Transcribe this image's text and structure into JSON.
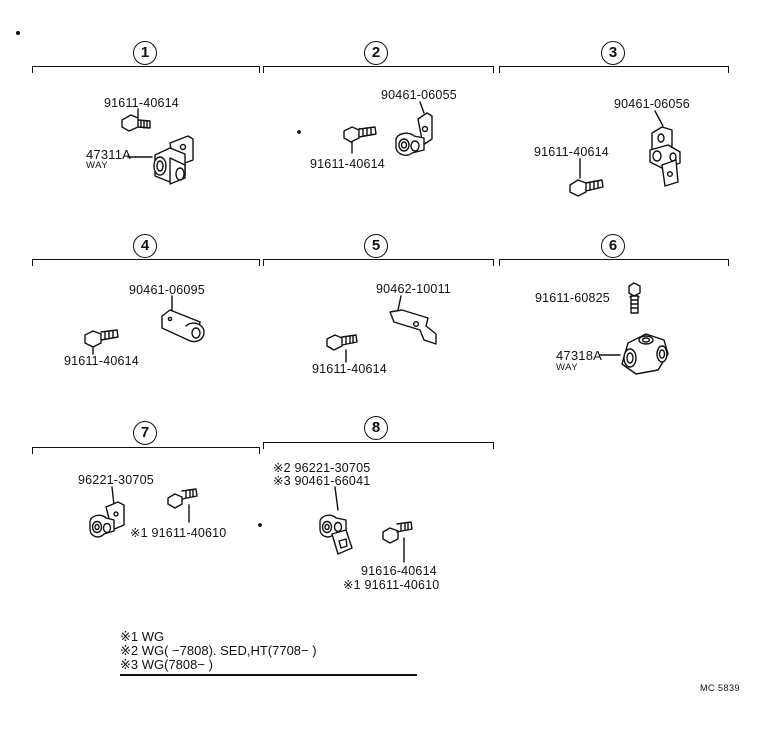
{
  "panels": [
    {
      "num": "1",
      "parts": [
        "91611-40614",
        "47311A"
      ],
      "sub": "WAY"
    },
    {
      "num": "2",
      "parts": [
        "90461-06055",
        "91611-40614"
      ]
    },
    {
      "num": "3",
      "parts": [
        "90461-06056",
        "91611-40614"
      ]
    },
    {
      "num": "4",
      "parts": [
        "90461-06095",
        "91611-40614"
      ]
    },
    {
      "num": "5",
      "parts": [
        "90462-10011",
        "91611-40614"
      ]
    },
    {
      "num": "6",
      "parts": [
        "91611-60825",
        "47318A"
      ],
      "sub": "WAY"
    },
    {
      "num": "7",
      "parts": [
        "96221-30705",
        "※1 91611-40610"
      ]
    },
    {
      "num": "8",
      "parts": [
        "※2 96221-30705",
        "※3 90461-66041",
        "91616-40614",
        "※1 91611-40610"
      ]
    }
  ],
  "notes": [
    "※1 WG",
    "※2 WG(        −7808). SED,HT(7708−        )",
    "※3 WG(7808−        )"
  ],
  "footer": "MC 5839"
}
